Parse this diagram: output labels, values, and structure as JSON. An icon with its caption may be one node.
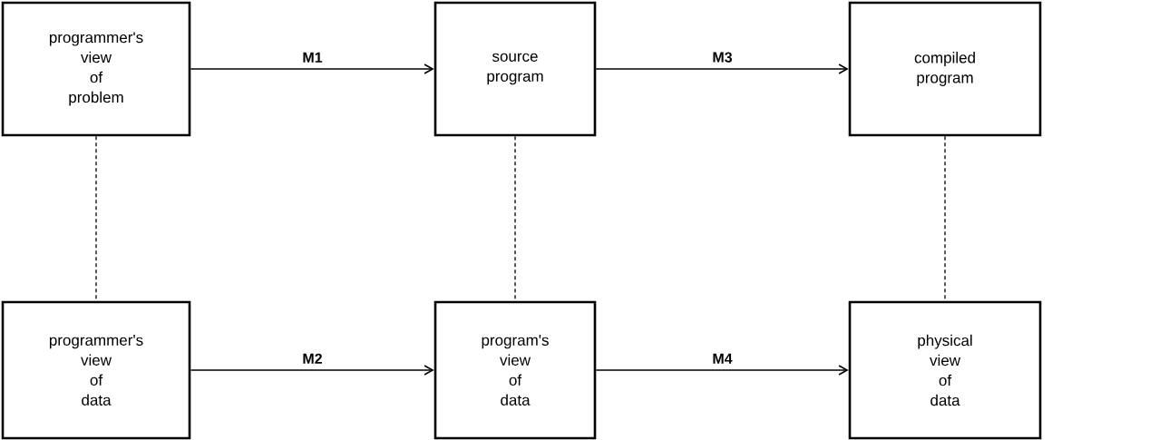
{
  "diagram": {
    "nodes": [
      {
        "text": [
          "programmer's view of problem"
        ]
      },
      {
        "text": [
          "source program"
        ]
      },
      {
        "text": [
          "compiled program"
        ]
      },
      {
        "text": [
          "programmer's view of data"
        ]
      },
      {
        "text": [
          "program's view of data"
        ]
      },
      {
        "text": [
          "physical view of data"
        ]
      }
    ],
    "edges": [
      {
        "from": 0,
        "to": 1,
        "arrow": "to",
        "label": "M1"
      },
      {
        "from": 1,
        "to": 2,
        "arrow": "to",
        "label": "M3"
      },
      {
        "from": 3,
        "to": 4,
        "arrow": "to",
        "label": "M2"
      },
      {
        "from": 4,
        "to": 5,
        "arrow": "to",
        "label": "M4"
      },
      {
        "from": 0,
        "to": 3,
        "arrow": "none",
        "style": "dashed"
      },
      {
        "from": 1,
        "to": 4,
        "arrow": "none",
        "style": "dashed"
      },
      {
        "from": 2,
        "to": 5,
        "arrow": "none",
        "style": "dashed"
      }
    ]
  }
}
